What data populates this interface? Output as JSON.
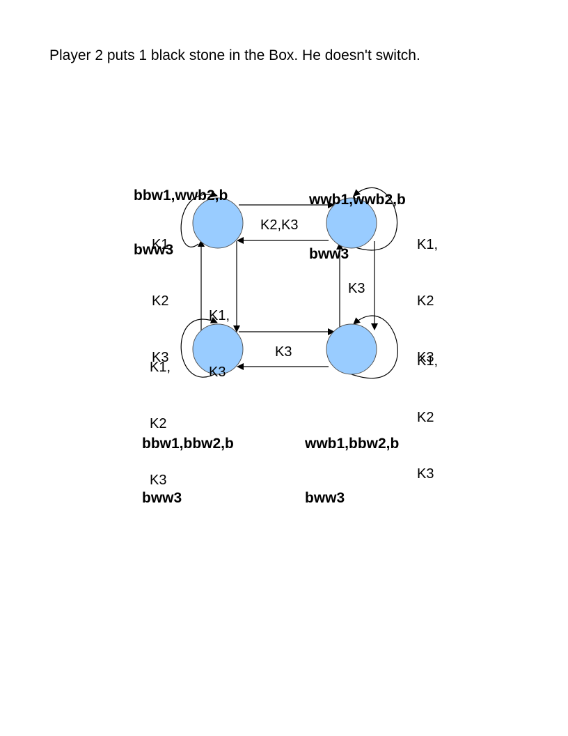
{
  "heading": "Player 2 puts 1 black stone in the Box. He doesn't switch.",
  "colors": {
    "node_fill": "#99ccff",
    "node_stroke": "#555555",
    "edge": "#000000"
  },
  "nodes": {
    "top_left": {
      "line1": "bbw1,wwb2,b",
      "line2": "bww3"
    },
    "top_right": {
      "line1": "wwb1,wwb2,b",
      "line2": "bww3"
    },
    "bottom_left": {
      "line1": "bbw1,bbw2,b",
      "line2": "bww3"
    },
    "bottom_right": {
      "line1": "wwb1,bbw2,b",
      "line2": "bww3"
    }
  },
  "self_loops": {
    "top_left": [
      "K1,",
      "K2",
      "K3"
    ],
    "top_right": [
      "K1,",
      "K2",
      "K3"
    ],
    "bottom_left": [
      "K1,",
      "K2",
      "K3"
    ],
    "bottom_right": [
      "K1,",
      "K2",
      "K3"
    ]
  },
  "edges": {
    "top": "K2,K3",
    "left": [
      "K1,",
      "K3"
    ],
    "right": "K3",
    "bottom": "K3"
  }
}
